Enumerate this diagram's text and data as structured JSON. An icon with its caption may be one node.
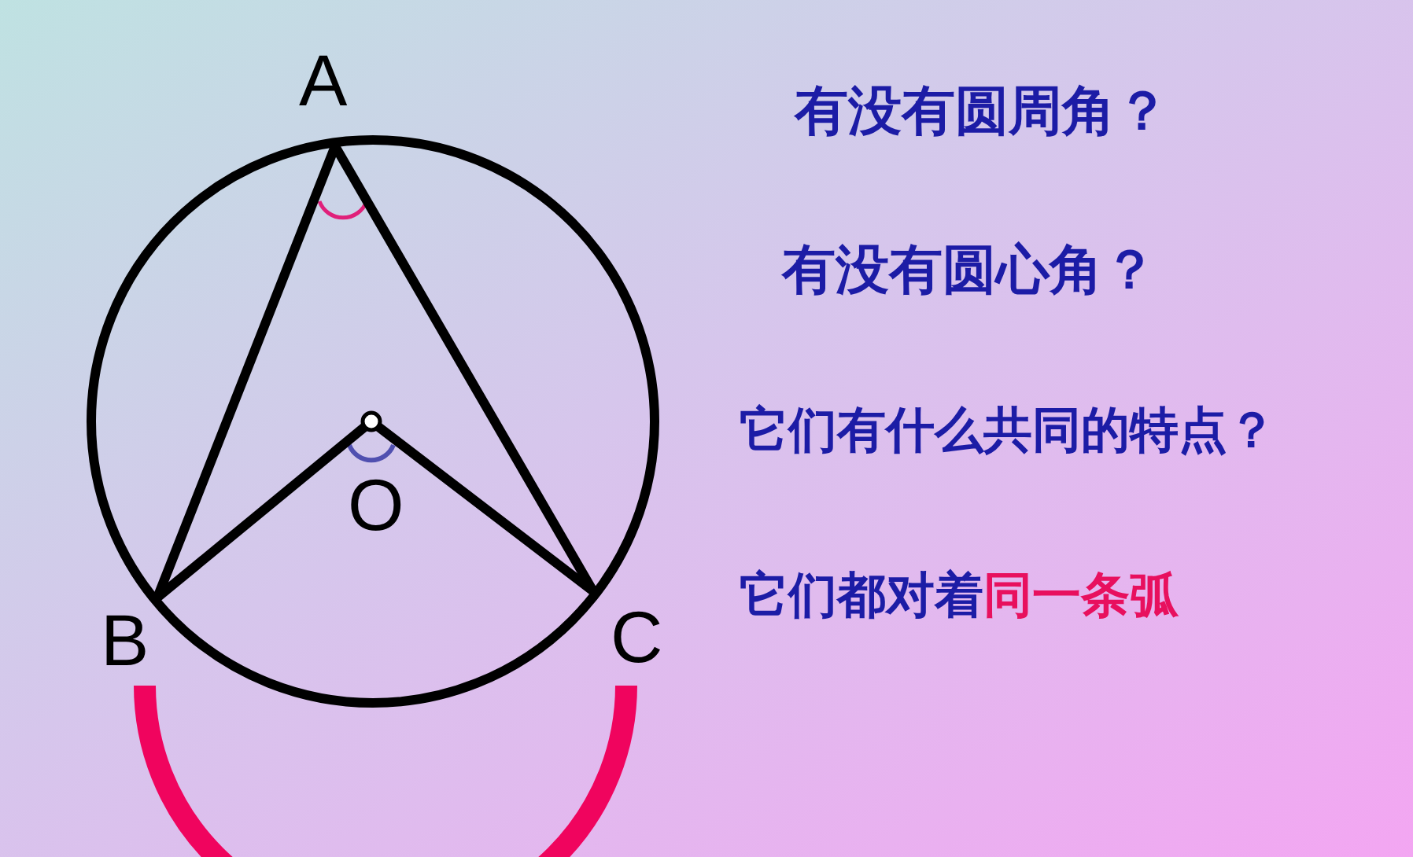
{
  "diagram": {
    "nodes": [
      {
        "text": [
          "A"
        ]
      },
      {
        "text": [
          "O"
        ]
      },
      {
        "text": [
          "B"
        ]
      },
      {
        "text": [
          "C"
        ]
      }
    ],
    "edges": [
      {
        "from": 0,
        "to": 2,
        "arrow": "none"
      },
      {
        "from": 0,
        "to": 3,
        "arrow": "none"
      },
      {
        "from": 1,
        "to": 2,
        "arrow": "none"
      },
      {
        "from": 1,
        "to": 3,
        "arrow": "none"
      }
    ],
    "labels": [
      "有没有圆周角？",
      "有没有圆心角？",
      "它们有什么共同的特点？",
      "它们都对着",
      "同一条弧"
    ]
  }
}
